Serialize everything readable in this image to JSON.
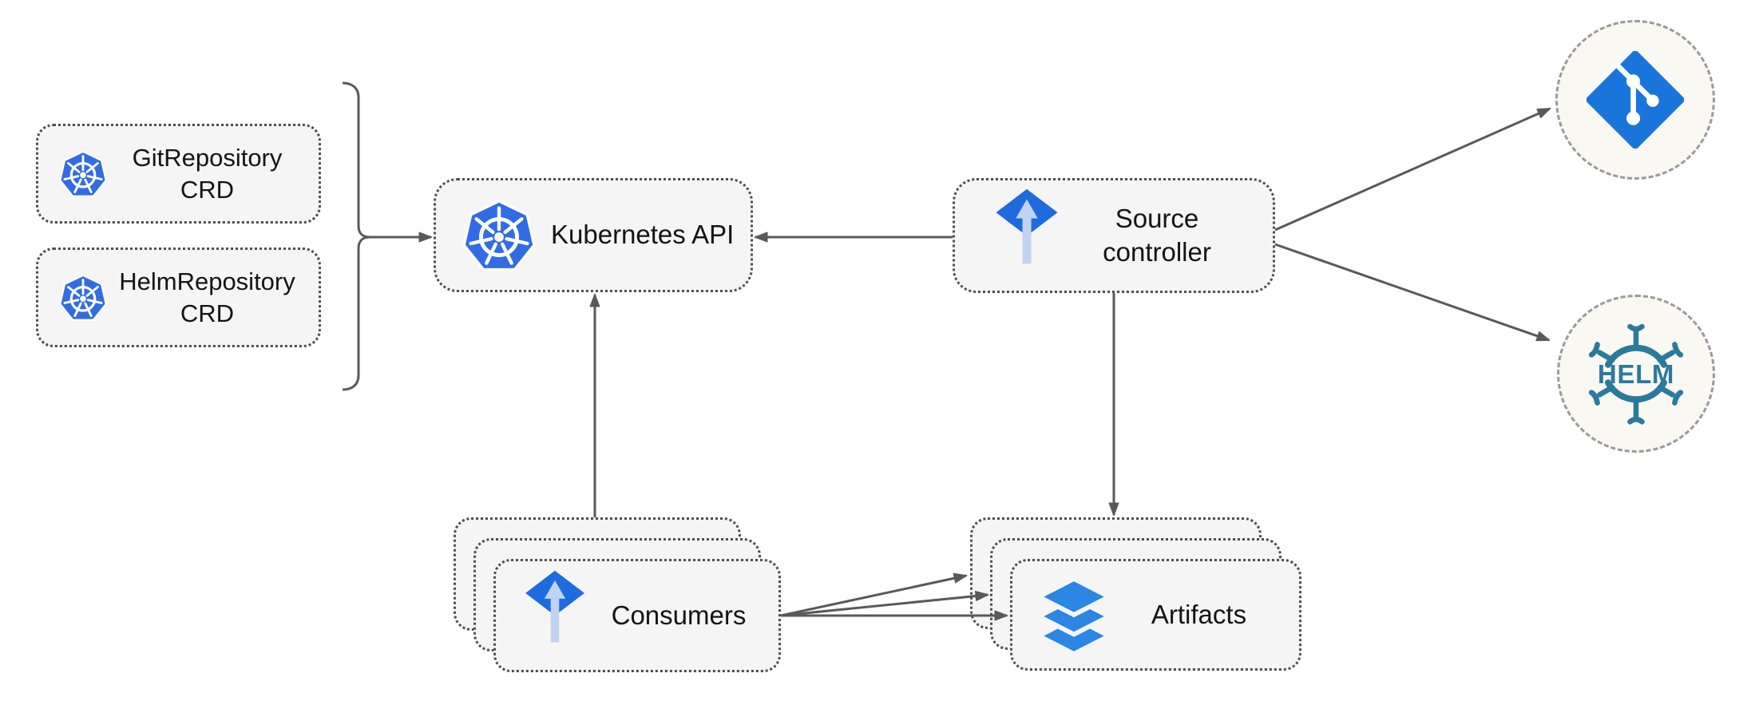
{
  "diagram": {
    "colors": {
      "canvas_background": "#ffffff",
      "node_fill": "#f5f5f5",
      "node_border": "#4e4e4e",
      "endpoint_fill": "#faf8f3",
      "endpoint_border": "#9a9a9a",
      "arrow": "#595959",
      "text": "#141414",
      "kubernetes_blue": "#326ce5",
      "flux_blue": "#1e6be0",
      "flux_wave_blue": "#2e6fe4",
      "flux_arrow_light": "#c2d3f2",
      "layers_blue": "#2b86e4",
      "git_blue": "#1a75db",
      "helm_teal": "#2b7a9d"
    },
    "nodes": {
      "git_repository_crd": {
        "label": "GitRepository\nCRD",
        "icon": "kubernetes-icon"
      },
      "helm_repository_crd": {
        "label": "HelmRepository\nCRD",
        "icon": "kubernetes-icon"
      },
      "kubernetes_api": {
        "label": "Kubernetes API",
        "icon": "kubernetes-icon"
      },
      "source_controller": {
        "label": "Source\ncontroller",
        "icon": "flux-icon"
      },
      "consumers": {
        "label": "Consumers",
        "icon": "flux-icon",
        "stack_count": 3
      },
      "artifacts": {
        "label": "Artifacts",
        "icon": "layers-icon",
        "stack_count": 3
      },
      "git_remote": {
        "label": "",
        "icon": "git-icon"
      },
      "helm_remote": {
        "label": "HELM",
        "icon": "helm-icon"
      }
    },
    "edges": [
      {
        "from": "crd-group",
        "to": "kubernetes_api",
        "type": "brace-arrow"
      },
      {
        "from": "source_controller",
        "to": "kubernetes_api",
        "type": "arrow"
      },
      {
        "from": "consumers",
        "to": "kubernetes_api",
        "type": "arrow"
      },
      {
        "from": "source_controller",
        "to": "artifacts",
        "type": "arrow"
      },
      {
        "from": "source_controller",
        "to": "git_remote",
        "type": "arrow"
      },
      {
        "from": "source_controller",
        "to": "helm_remote",
        "type": "arrow"
      },
      {
        "from": "consumers",
        "to": "artifacts",
        "type": "arrow-fan-top"
      },
      {
        "from": "consumers",
        "to": "artifacts",
        "type": "arrow-fan-middle"
      },
      {
        "from": "consumers",
        "to": "artifacts",
        "type": "arrow-fan-bottom"
      }
    ]
  }
}
